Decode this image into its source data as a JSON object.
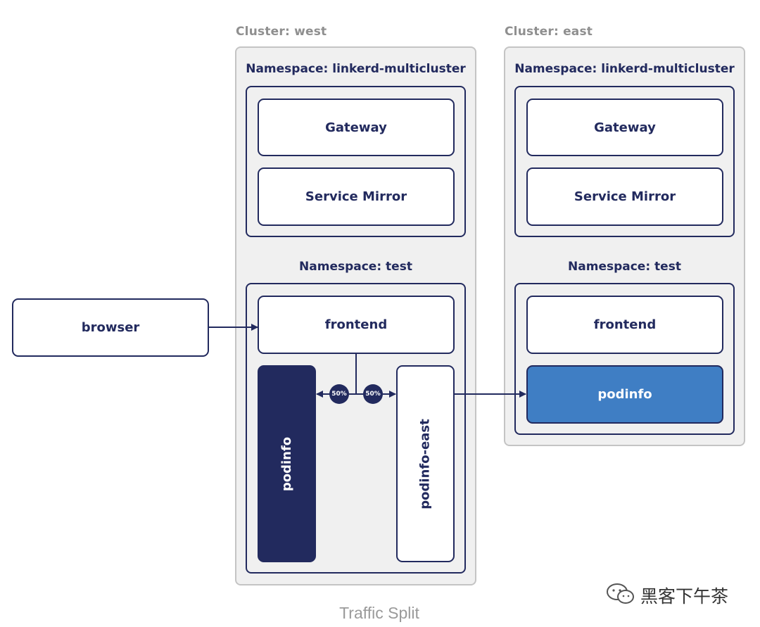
{
  "west": {
    "cluster_label": "Cluster: west",
    "ns_multicluster_label": "Namespace: linkerd-multicluster",
    "gateway": "Gateway",
    "service_mirror": "Service Mirror",
    "ns_test_label": "Namespace: test",
    "frontend": "frontend",
    "podinfo": "podinfo",
    "podinfo_east": "podinfo-east",
    "split_left": "50%",
    "split_right": "50%"
  },
  "east": {
    "cluster_label": "Cluster: east",
    "ns_multicluster_label": "Namespace: linkerd-multicluster",
    "gateway": "Gateway",
    "service_mirror": "Service Mirror",
    "ns_test_label": "Namespace: test",
    "frontend": "frontend",
    "podinfo": "podinfo"
  },
  "browser": "browser",
  "caption": "Traffic Split",
  "watermark": "黑客下午茶",
  "colors": {
    "navy": "#222a5e",
    "blue": "#3f7ec4",
    "cluster_bg": "#f0f0f0",
    "cluster_border": "#c4c4c4"
  }
}
